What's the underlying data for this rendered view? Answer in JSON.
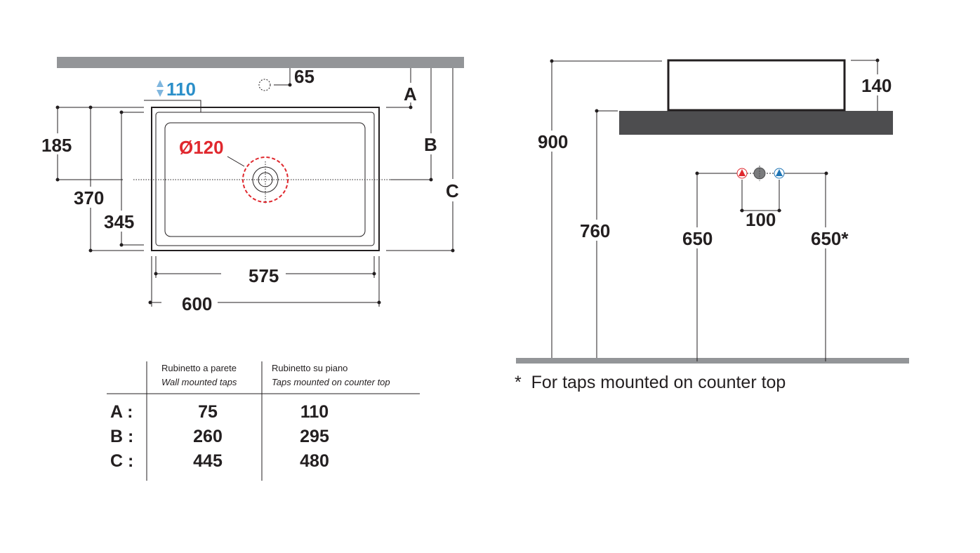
{
  "colors": {
    "wall": "#939598",
    "counter": "#4d4d4f",
    "drain": "#e0282e",
    "tap_height": "#2b8fc9",
    "hot": "#e0282e",
    "cold": "#1f75b5",
    "ink": "#231f20"
  },
  "plan_view": {
    "tap_height": "110",
    "tap_height_icon": "up-down-arrow-icon",
    "tap_offset": "65",
    "drain_diameter": "Ø120",
    "depth_to_drain": "185",
    "overall_depth": "370",
    "inner_depth": "345",
    "inner_width": "575",
    "overall_width": "600",
    "labels": {
      "a": "A",
      "b": "B",
      "c": "C"
    }
  },
  "side_view": {
    "total_height": "900",
    "counter_height": "760",
    "basin_height": "140",
    "tap_height_wall": "650",
    "tap_height_counter": "650*",
    "tap_spacing": "100"
  },
  "table": {
    "columns": [
      {
        "title": "Rubinetto a parete",
        "subtitle": "Wall mounted taps"
      },
      {
        "title": "Rubinetto su piano",
        "subtitle": "Taps mounted on counter top"
      }
    ],
    "rows": [
      {
        "label": "A :",
        "wall": "75",
        "counter": "110"
      },
      {
        "label": "B :",
        "wall": "260",
        "counter": "295"
      },
      {
        "label": "C :",
        "wall": "445",
        "counter": "480"
      }
    ]
  },
  "footnote": "*  For taps mounted on counter top"
}
